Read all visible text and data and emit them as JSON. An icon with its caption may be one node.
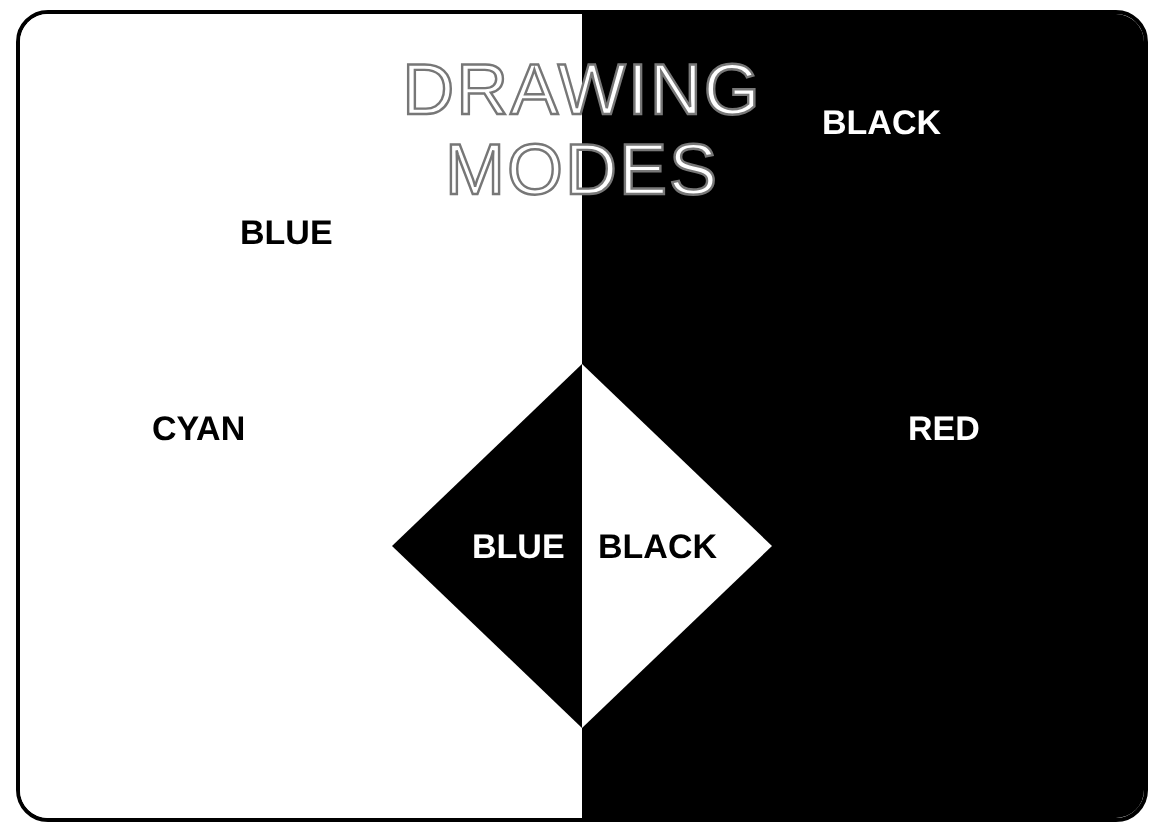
{
  "diagram": {
    "title": "DRAWING MODES",
    "nodes": [
      {
        "text": [
          "BLUE",
          "CYAN"
        ]
      },
      {
        "text": [
          "BLACK",
          "RED"
        ]
      },
      {
        "text": [
          "BLUE"
        ],
        "in": 0
      },
      {
        "text": [
          "BLACK"
        ],
        "in": 1
      }
    ]
  }
}
